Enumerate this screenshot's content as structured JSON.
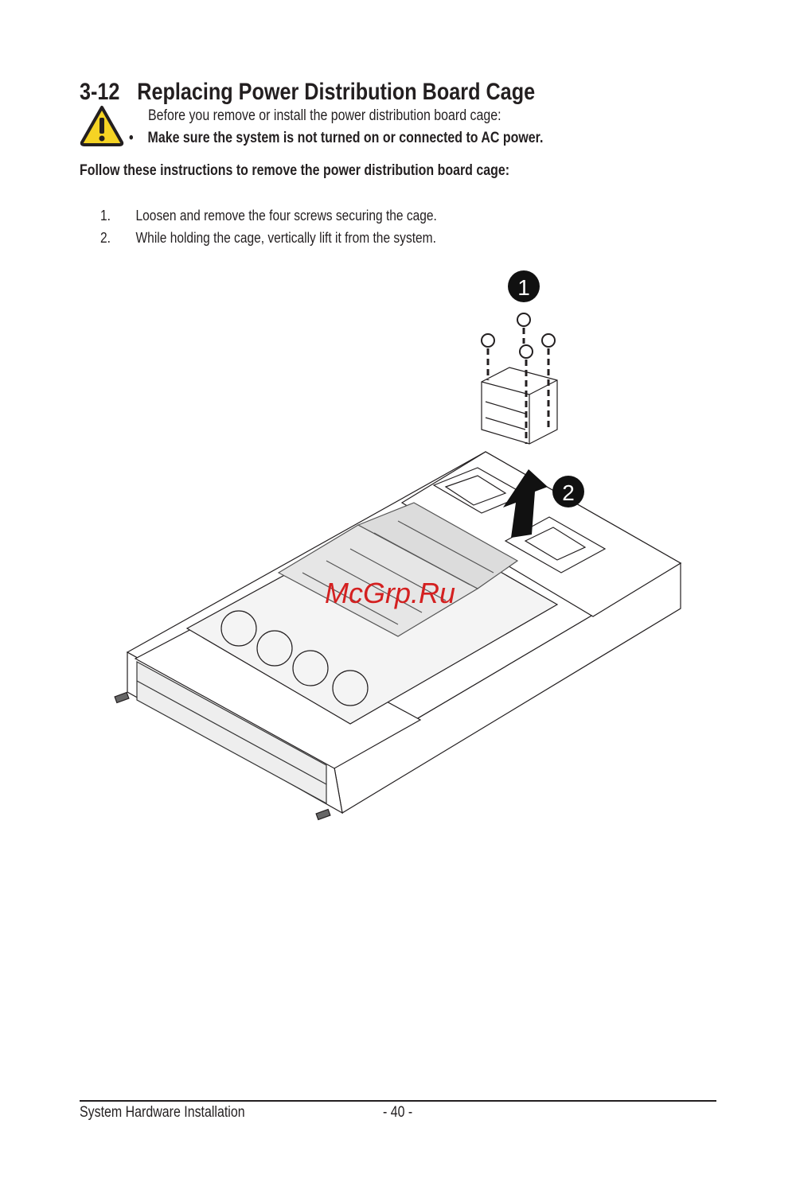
{
  "section": {
    "number": "3-12",
    "title": "Replacing Power Distribution Board Cage"
  },
  "caution": {
    "icon": "warning-triangle-icon",
    "intro": "Before you remove or install the power distribution board cage:",
    "bullet": "•",
    "items": [
      "Make sure the system is not turned on or connected to AC power."
    ]
  },
  "instructions": {
    "heading": "Follow these instructions to remove the power distribution board cage:",
    "steps": [
      {
        "num": "1.",
        "text": "Loosen and remove the four screws securing the cage."
      },
      {
        "num": "2.",
        "text": "While holding the cage, vertically lift it from the system."
      }
    ]
  },
  "figure": {
    "callouts": [
      "1",
      "2"
    ],
    "watermark": "McGrp.Ru",
    "colors": {
      "callout": "#111111",
      "watermark": "#d42020",
      "warning_fill": "#f5d324"
    }
  },
  "footer": {
    "left": "System Hardware Installation",
    "page": "- 40 -"
  }
}
